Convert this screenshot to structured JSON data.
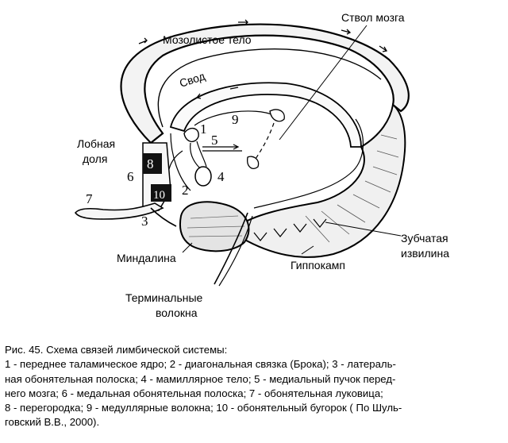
{
  "labels": {
    "brainstem": "Ствол мозга",
    "corpus_callosum": "Мозолистое тело",
    "fornix": "Свод",
    "frontal_lobe_1": "Лобная",
    "frontal_lobe_2": "доля",
    "dentate_1": "Зубчатая",
    "dentate_2": "извилина",
    "amygdala": "Миндалина",
    "hippocampus": "Гиппокамп",
    "terminal_1": "Терминальные",
    "terminal_2": "волокна"
  },
  "numbers": {
    "n1": "1",
    "n2": "2",
    "n3": "3",
    "n4": "4",
    "n5": "5",
    "n6": "6",
    "n7": "7",
    "n8": "8",
    "n9": "9",
    "n10": "10"
  },
  "caption": {
    "line1": "Рис. 45. Схема связей лимбической системы:",
    "line2": "1 - переднее таламическое ядро; 2 - диагональная связка (Брока); 3 - латераль-",
    "line3": "ная обонятельная полоска; 4 - мамиллярное тело; 5 - медиальный пучок перед-",
    "line4": "него мозга; 6 - медальная обонятельная полоска; 7 - обонятельная луковица;",
    "line5": "8 - перегородка; 9 - медуллярные волокна; 10 - обонятельный бугорок ( По Шуль-",
    "line6": "говский В.В., 2000)."
  }
}
